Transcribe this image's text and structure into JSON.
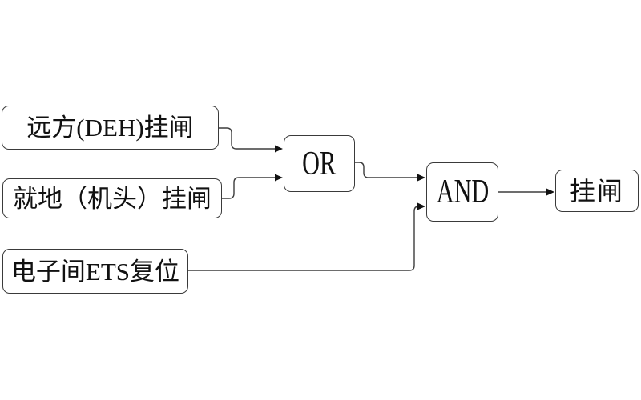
{
  "diagram": {
    "type": "logic-flow",
    "background_color": "#ffffff",
    "stroke_color": "#3d3d3d",
    "text_color": "#111111",
    "inputs": [
      {
        "id": "remote-deh",
        "label": "远方(DEH)挂闸"
      },
      {
        "id": "local-head",
        "label": "就地（机头）挂闸"
      },
      {
        "id": "ets-reset",
        "label": "电子间ETS复位"
      }
    ],
    "gates": [
      {
        "id": "or-gate",
        "label": "OR"
      },
      {
        "id": "and-gate",
        "label": "AND"
      }
    ],
    "output": {
      "id": "latch",
      "label": "挂闸"
    },
    "connections": [
      {
        "from": "remote-deh",
        "to": "or-gate"
      },
      {
        "from": "local-head",
        "to": "or-gate"
      },
      {
        "from": "or-gate",
        "to": "and-gate"
      },
      {
        "from": "ets-reset",
        "to": "and-gate"
      },
      {
        "from": "and-gate",
        "to": "latch"
      }
    ]
  }
}
